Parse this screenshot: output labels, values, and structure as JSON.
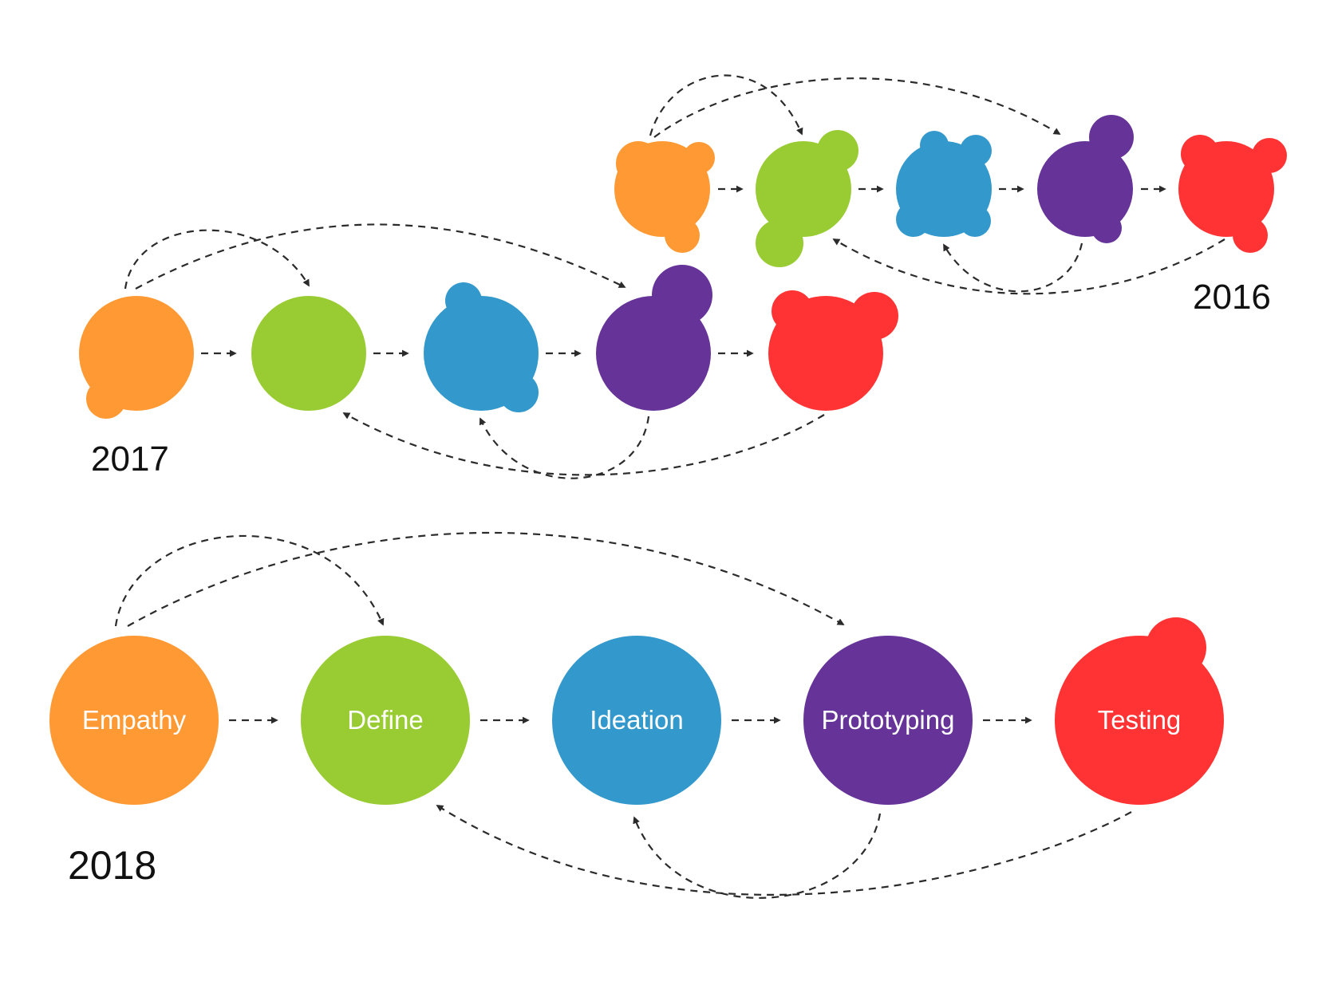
{
  "colors": {
    "empathy": "#ff9933",
    "define": "#99cc33",
    "ideation": "#3399cc",
    "prototyping": "#663399",
    "testing": "#ff3333",
    "connector": "#2b2b2b"
  },
  "stages_2018": {
    "empathy": "Empathy",
    "define": "Define",
    "ideation": "Ideation",
    "prototyping": "Prototyping",
    "testing": "Testing"
  },
  "years": {
    "y2016": "2016",
    "y2017": "2017",
    "y2018": "2018"
  }
}
